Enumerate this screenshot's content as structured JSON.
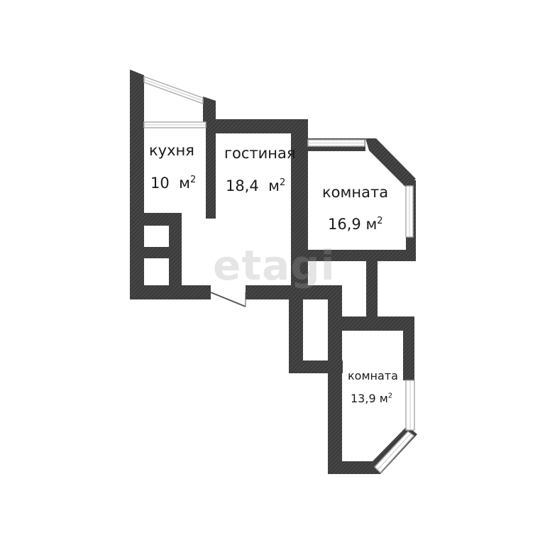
{
  "rooms": {
    "kitchen": {
      "name": "кухня",
      "area_value": "10",
      "area_unit": "м",
      "area_sup": "2"
    },
    "living": {
      "name": "гостиная",
      "area_value": "18,4",
      "area_unit": "м",
      "area_sup": "2"
    },
    "room1": {
      "name": "комната",
      "area_value": "16,9",
      "area_unit": "м",
      "area_sup": "2"
    },
    "room2": {
      "name": "комната",
      "area_value": "13,9",
      "area_unit": "м",
      "area_sup": "2"
    }
  },
  "watermark": "etagi",
  "colors": {
    "wall": "#3a3a3a",
    "wall_hatch": "#555555",
    "window_frame": "#b8b8b8",
    "background": "#ffffff"
  }
}
